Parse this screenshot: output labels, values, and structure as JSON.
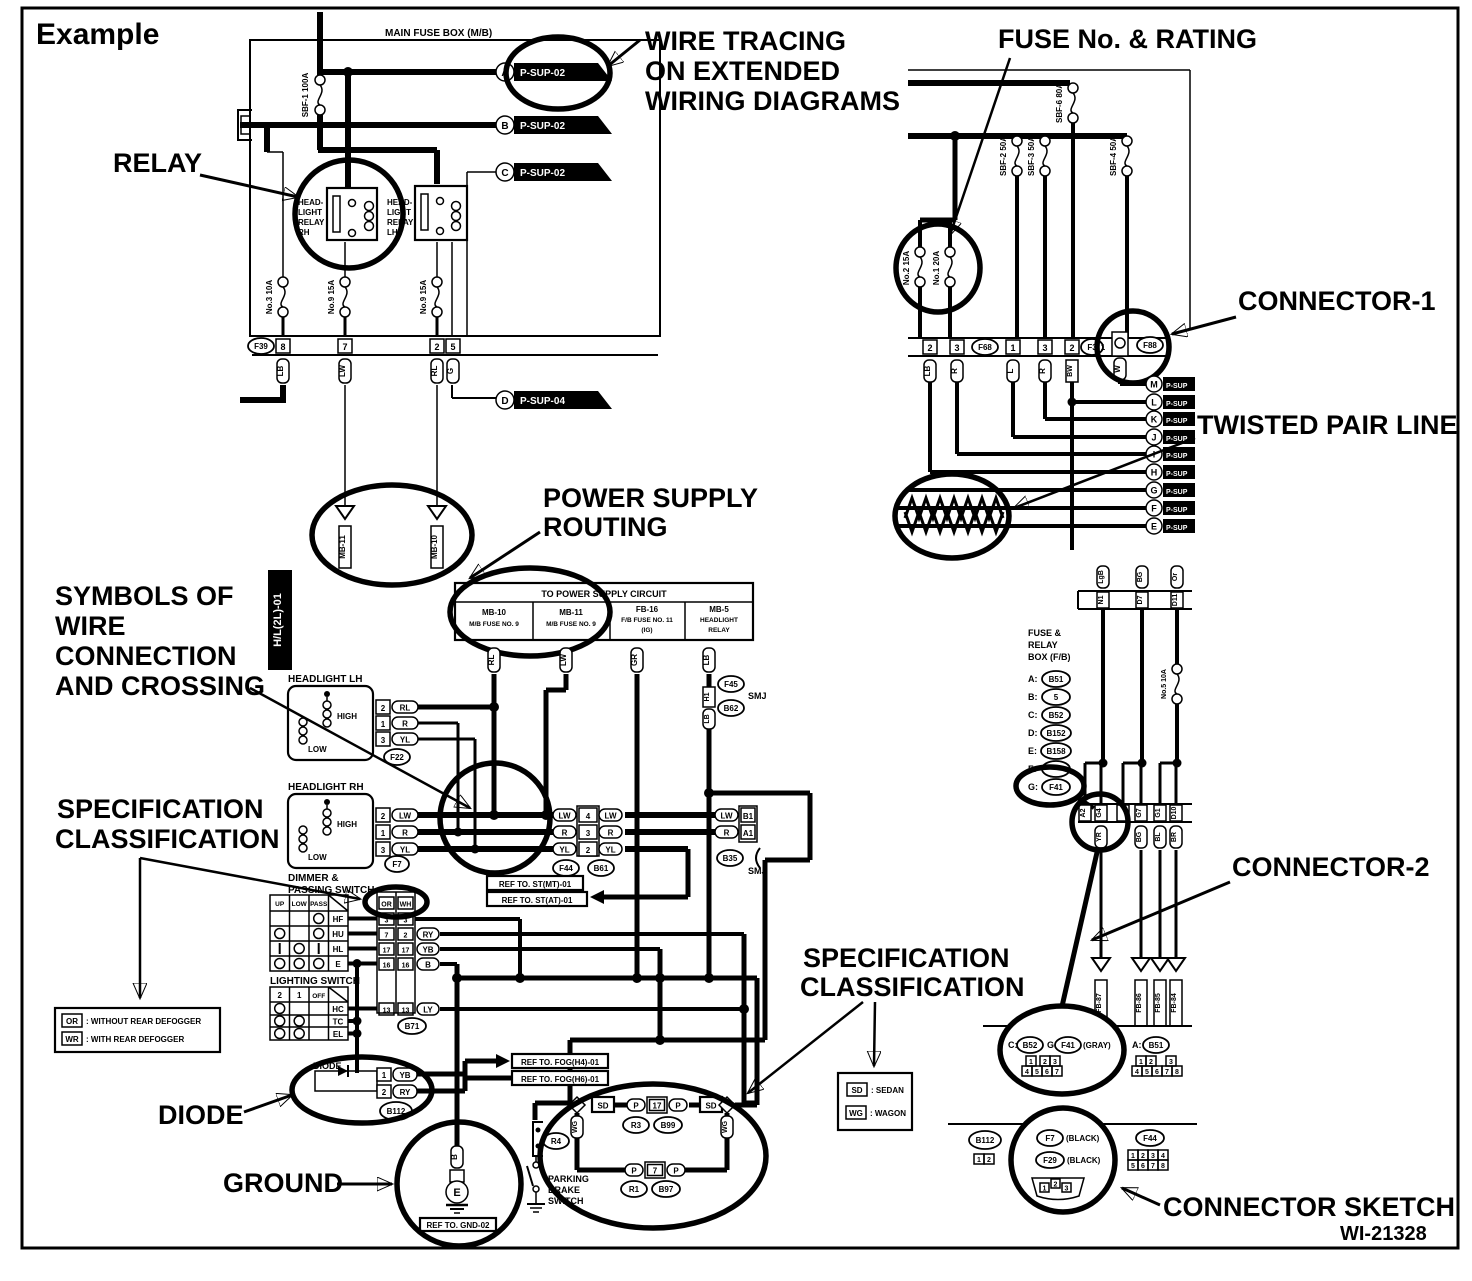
{
  "example_label": "Example",
  "doc_code": "WI-21328",
  "callouts": {
    "wire_tracing": [
      "WIRE TRACING",
      "ON EXTENDED",
      "WIRING DIAGRAMS"
    ],
    "fuse_rating": "FUSE No. & RATING",
    "relay": "RELAY",
    "connector1": "CONNECTOR-1",
    "twisted_pair": "TWISTED PAIR LINE",
    "power_routing": [
      "POWER SUPPLY",
      "ROUTING"
    ],
    "symbols": [
      "SYMBOLS OF",
      "WIRE",
      "CONNECTION",
      "AND CROSSING"
    ],
    "spec_left": [
      "SPECIFICATION",
      "CLASSIFICATION"
    ],
    "spec_bottom": [
      "SPECIFICATION",
      "CLASSIFICATION"
    ],
    "diode": "DIODE",
    "ground": "GROUND",
    "connector2": "CONNECTOR-2",
    "connector_sketch": "CONNECTOR SKETCH"
  },
  "main_fuse_box": {
    "title": "MAIN FUSE BOX (M/B)",
    "banners": [
      [
        "A",
        "P-SUP-02"
      ],
      [
        "B",
        "P-SUP-02"
      ],
      [
        "C",
        "P-SUP-02"
      ],
      [
        "D",
        "P-SUP-04"
      ]
    ],
    "fuses": [
      "SBF-1 100A",
      "No.3 10A",
      "No.9 15A",
      "No.9 15A"
    ],
    "relay1": [
      "HEAD-",
      "LIGHT",
      "RELAY",
      "RH"
    ],
    "relay2": [
      "HEAD-",
      "LIGHT",
      "RELAY",
      "LH"
    ],
    "connector": "F39",
    "pins": [
      "8",
      "7",
      "2",
      "5"
    ],
    "wires": [
      "LB",
      "LW",
      "RL",
      "G"
    ]
  },
  "right_fuse_area": {
    "fuses": [
      "SBF-6 80A",
      "SBF-2 50A",
      "SBF-3 50A",
      "SBF-4 50A"
    ],
    "circled_fuses": [
      "No.2 15A",
      "No.1 20A"
    ],
    "pins": [
      "2",
      "3",
      "1",
      "3",
      "2",
      "1"
    ],
    "wires": [
      "LB",
      "R",
      "L",
      "R",
      "BW",
      "W"
    ],
    "connectors": [
      "F68",
      "F3",
      "F88"
    ],
    "banners": [
      [
        "M",
        "P-SUP"
      ],
      [
        "L",
        "P-SUP"
      ],
      [
        "K",
        "P-SUP"
      ],
      [
        "J",
        "P-SUP"
      ],
      [
        "I",
        "P-SUP"
      ],
      [
        "H",
        "P-SUP"
      ],
      [
        "G",
        "P-SUP"
      ],
      [
        "F",
        "P-SUP"
      ],
      [
        "E",
        "P-SUP"
      ]
    ]
  },
  "fb_box": {
    "label": [
      "FUSE &",
      "RELAY",
      "BOX (F/B)"
    ],
    "top_pins": [
      "N1",
      "D7",
      "D11"
    ],
    "top_wires": [
      "LgB",
      "BG",
      "Or"
    ],
    "fuse": "No.5 10A",
    "list": [
      [
        "A:",
        "B51"
      ],
      [
        "B:",
        "5"
      ],
      [
        "C:",
        "B52"
      ],
      [
        "D:",
        "B152"
      ],
      [
        "E:",
        "B158"
      ],
      [
        "F:",
        ""
      ],
      [
        "G:",
        "F41"
      ]
    ],
    "pin_row": [
      "A2",
      "G4",
      "G7",
      "G1",
      "D10"
    ],
    "wire_row": [
      "YR",
      "BG",
      "BL",
      "BR"
    ],
    "fb_tags": [
      "FB-87",
      "FB-86",
      "FB-85",
      "FB-84"
    ]
  },
  "power_box": {
    "header": "TO POWER SUPPLY CIRCUIT",
    "cols": [
      [
        "MB-10",
        "M/B FUSE NO. 9",
        ""
      ],
      [
        "MB-11",
        "M/B FUSE NO. 9",
        ""
      ],
      [
        "FB-16",
        "F/B FUSE NO. 11",
        "(IG)"
      ],
      [
        "MB-5",
        "HEADLIGHT",
        "RELAY"
      ]
    ],
    "wires": [
      "RL",
      "LW",
      "GR",
      "LB"
    ],
    "ref_tags": [
      "MB-11",
      "MB-10"
    ],
    "page_tag": "H/L(2L)-01"
  },
  "headlight_lh": {
    "title": "HEADLIGHT LH",
    "high": "HIGH",
    "low": "LOW",
    "pins": [
      [
        "2",
        "RL"
      ],
      [
        "1",
        "R"
      ],
      [
        "3",
        "YL"
      ]
    ],
    "connector": "F22"
  },
  "headlight_rh": {
    "title": "HEADLIGHT RH",
    "high": "HIGH",
    "low": "LOW",
    "pins": [
      [
        "2",
        "LW"
      ],
      [
        "1",
        "R"
      ],
      [
        "3",
        "YL"
      ]
    ],
    "connector": "F7"
  },
  "mid_connector": {
    "rows": [
      [
        "LW",
        "4",
        "LW"
      ],
      [
        "R",
        "3",
        "R"
      ],
      [
        "YL",
        "2",
        "YL"
      ]
    ],
    "connectors": [
      "F44",
      "B61"
    ]
  },
  "right_pins": {
    "rows": [
      [
        "LW",
        "B1"
      ],
      [
        "R",
        "A1"
      ]
    ],
    "connector": "B35",
    "smj": "SMJ"
  },
  "smj_link": {
    "pin": "H1",
    "wire_top": "LB",
    "wire_bottom": "LB",
    "connectors": [
      "F45",
      "B62"
    ],
    "smj": "SMJ"
  },
  "ref_boxes": {
    "st_mt": "REF TO. ST(MT)-01",
    "st_at": "REF TO. ST(AT)-01",
    "fog1": "REF TO. FOG(H4)-01",
    "fog2": "REF TO. FOG(H6)-01",
    "gnd": "REF TO. GND-02"
  },
  "dimmer": {
    "label": [
      "DIMMER &",
      "PASSING SWITCH"
    ],
    "cols": [
      "UP",
      "LOW",
      "PASS"
    ],
    "rows": [
      "HF",
      "HU",
      "HL",
      "E"
    ]
  },
  "lighting": {
    "label": "LIGHTING SWITCH",
    "cols": [
      "2",
      "1",
      "OFF"
    ],
    "rows": [
      "HC",
      "TC",
      "EL"
    ]
  },
  "b71": {
    "header": [
      "OR",
      "WH"
    ],
    "rows": [
      [
        "3",
        "3"
      ],
      [
        "7",
        "2"
      ],
      [
        "17",
        "17"
      ],
      [
        "16",
        "16"
      ],
      [
        "13",
        "13"
      ]
    ],
    "tags": [
      "RY",
      "YB",
      "B",
      "LY"
    ],
    "connector": "B71"
  },
  "legend_defogger": [
    [
      "OR",
      ": WITHOUT REAR DEFOGGER"
    ],
    [
      "WR",
      ": WITH REAR DEFOGGER"
    ]
  ],
  "legend_body": [
    [
      "SD",
      ": SEDAN"
    ],
    [
      "WG",
      ": WAGON"
    ]
  ],
  "diode_comp": {
    "label": "DIODE",
    "pins": [
      [
        "1",
        "YB"
      ],
      [
        "2",
        "RY"
      ]
    ],
    "connector": "B112"
  },
  "ground_comp": {
    "wire": "B",
    "terminal": "E"
  },
  "parking": [
    "PARKING",
    "BRAKE",
    "SWITCH"
  ],
  "spec_oval": {
    "sd_left": "SD",
    "sd_right": "SD",
    "wg_left": "WG",
    "wg_right": "WG",
    "p": [
      "P",
      "P",
      "P",
      "P"
    ],
    "pin_top": "17",
    "pin_bottom": "7",
    "connectors": [
      "R4",
      "R3",
      "B99",
      "R1",
      "B97"
    ]
  },
  "sketches": {
    "gray": {
      "l1": "C:",
      "v1": "B52",
      "l2": "G:",
      "v2": "F41",
      "color": "(GRAY)",
      "row1": [
        "1",
        "2",
        "3"
      ],
      "row2": [
        "4",
        "5",
        "6",
        "7"
      ]
    },
    "b51": {
      "l": "A:",
      "v": "B51",
      "row1": [
        "1",
        "2",
        "3"
      ],
      "row2": [
        "4",
        "5",
        "6",
        "7",
        "8"
      ]
    },
    "b112": {
      "v": "B112",
      "row": [
        "1",
        "2"
      ]
    },
    "black": {
      "v1": "F7",
      "c1": "(BLACK)",
      "v2": "F29",
      "c2": "(BLACK)",
      "pins": [
        "1",
        "2",
        "3"
      ]
    },
    "f44": {
      "v": "F44",
      "row1": [
        "1",
        "2",
        "3",
        "4"
      ],
      "row2": [
        "5",
        "6",
        "7",
        "8"
      ]
    }
  }
}
